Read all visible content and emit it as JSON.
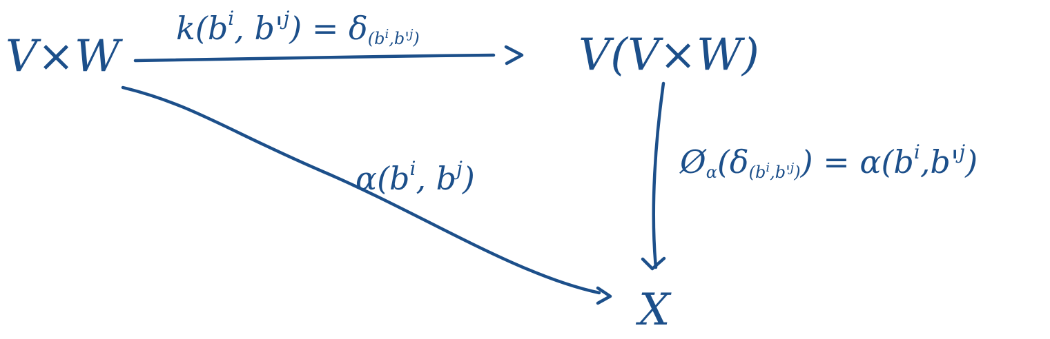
{
  "nodes": {
    "source": "V×W",
    "target_top": "V(V×W)",
    "target_bottom": "X"
  },
  "edges": {
    "top": {
      "label_head": "k(b",
      "sup_i": "i",
      "label_mid": ", b'",
      "sup_j": "j",
      "label_eq": ") = δ",
      "sub_open": "(b",
      "sub_mid": ",b'",
      "sub_close": ")"
    },
    "diagonal": {
      "label_head": "α(b",
      "sup_i": "i",
      "label_mid": ", b",
      "sup_j": "j",
      "label_tail": ")"
    },
    "vertical": {
      "label_head": "Ø",
      "sub_alpha": "α",
      "label_open": "(δ",
      "sub_open": "(b",
      "sub_mid": ",b'",
      "sub_close": ")",
      "label_eq": ") = α(b",
      "sup_i": "i",
      "label_mid": ",b'",
      "sup_j": "j",
      "label_tail": ")"
    }
  },
  "colors": {
    "ink": "#1c4f8a"
  }
}
